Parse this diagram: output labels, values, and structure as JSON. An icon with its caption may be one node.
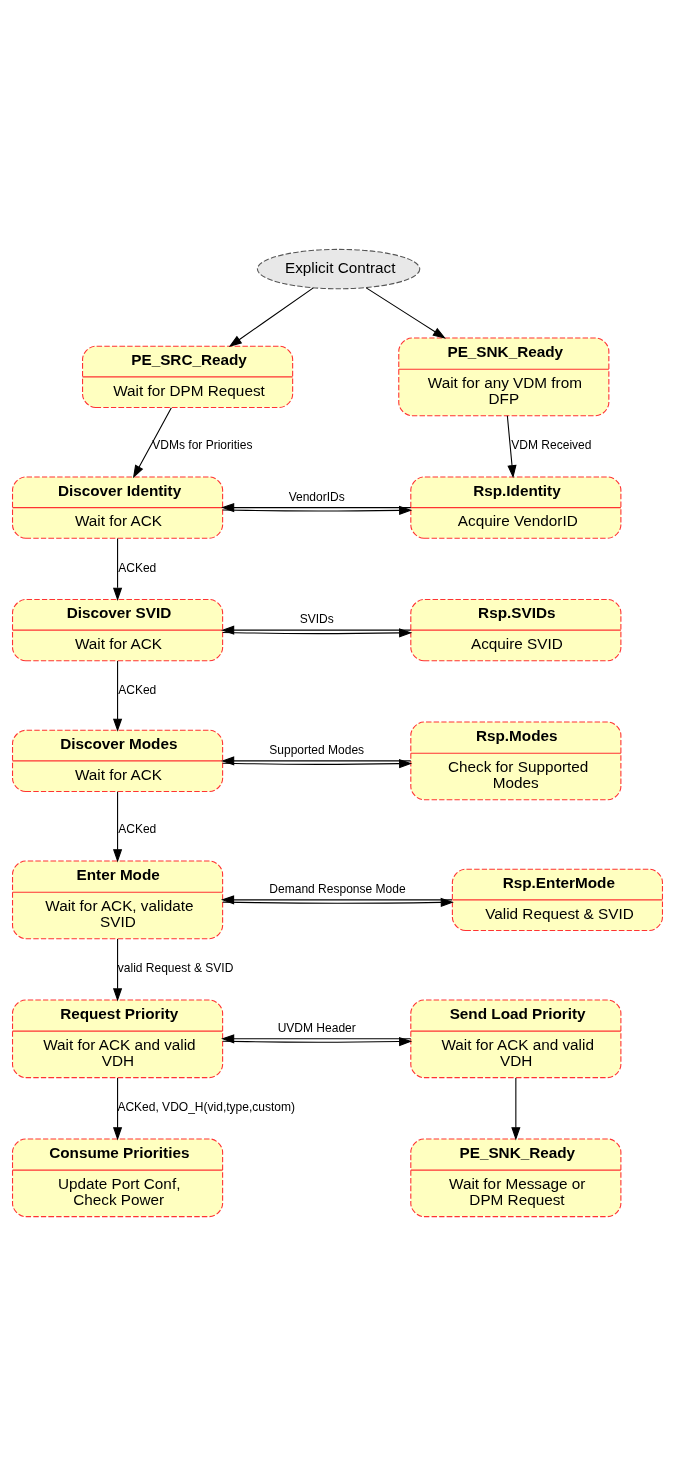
{
  "diagram": {
    "nodes": [
      {
        "text": [
          "Explicit Contract"
        ]
      },
      {
        "text": [
          "PE_SRC_Ready",
          "Wait for DPM Request"
        ]
      },
      {
        "text": [
          "PE_SNK_Ready",
          "Wait for any VDM from DFP"
        ]
      },
      {
        "text": [
          "Discover Identity",
          "Wait for ACK"
        ]
      },
      {
        "text": [
          "Rsp.Identity",
          "Acquire VendorID"
        ]
      },
      {
        "text": [
          "Discover SVID",
          "Wait for ACK"
        ]
      },
      {
        "text": [
          "Rsp.SVIDs",
          "Acquire SVID"
        ]
      },
      {
        "text": [
          "Discover Modes",
          "Wait for ACK"
        ]
      },
      {
        "text": [
          "Rsp.Modes",
          "Check for Supported Modes"
        ]
      },
      {
        "text": [
          "Enter Mode",
          "Wait for ACK, validate SVID"
        ]
      },
      {
        "text": [
          "Rsp.EnterMode",
          "Valid Request & SVID"
        ]
      },
      {
        "text": [
          "Request Priority",
          "Wait for ACK and valid VDH"
        ]
      },
      {
        "text": [
          "Send Load Priority",
          "Wait for ACK and valid VDH"
        ]
      },
      {
        "text": [
          "Consume Priorities",
          "Update Port Conf, Check Power"
        ]
      },
      {
        "text": [
          "PE_SNK_Ready",
          "Wait for Message or DPM Request"
        ]
      }
    ],
    "edges": [
      {
        "from": 0,
        "to": 1,
        "arrow": "to"
      },
      {
        "from": 0,
        "to": 2,
        "arrow": "to"
      },
      {
        "from": 1,
        "to": 3,
        "arrow": "to",
        "label": "VDMs for Priorities"
      },
      {
        "from": 2,
        "to": 4,
        "arrow": "to",
        "label": "VDM Received"
      },
      {
        "from": 3,
        "to": 4,
        "arrow": "to"
      },
      {
        "from": 4,
        "to": 3,
        "arrow": "to",
        "label": "VendorIDs"
      },
      {
        "from": 3,
        "to": 5,
        "arrow": "to",
        "label": "ACKed"
      },
      {
        "from": 5,
        "to": 6,
        "arrow": "to"
      },
      {
        "from": 6,
        "to": 5,
        "arrow": "to",
        "label": "SVIDs"
      },
      {
        "from": 5,
        "to": 7,
        "arrow": "to",
        "label": "ACKed"
      },
      {
        "from": 7,
        "to": 8,
        "arrow": "to"
      },
      {
        "from": 8,
        "to": 7,
        "arrow": "to",
        "label": "Supported Modes"
      },
      {
        "from": 7,
        "to": 9,
        "arrow": "to",
        "label": "ACKed"
      },
      {
        "from": 9,
        "to": 10,
        "arrow": "to"
      },
      {
        "from": 10,
        "to": 9,
        "arrow": "to",
        "label": "Demand Response Mode"
      },
      {
        "from": 9,
        "to": 11,
        "arrow": "to",
        "label": "valid Request & SVID"
      },
      {
        "from": 11,
        "to": 12,
        "arrow": "to"
      },
      {
        "from": 12,
        "to": 11,
        "arrow": "to",
        "label": "UVDM Header"
      },
      {
        "from": 11,
        "to": 13,
        "arrow": "to",
        "label": "ACKed, VDO_H(vid,type,custom)"
      },
      {
        "from": 12,
        "to": 14,
        "arrow": "to"
      }
    ]
  }
}
